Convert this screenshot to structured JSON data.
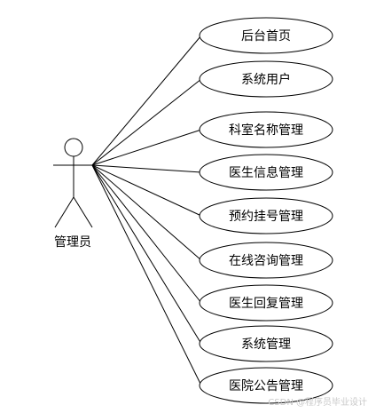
{
  "actor": {
    "label": "管理员"
  },
  "use_cases": [
    {
      "label": "后台首页"
    },
    {
      "label": "系统用户"
    },
    {
      "label": "科室名称管理"
    },
    {
      "label": "医生信息管理"
    },
    {
      "label": "预约挂号管理"
    },
    {
      "label": "在线咨询管理"
    },
    {
      "label": "医生回复管理"
    },
    {
      "label": "系统管理"
    },
    {
      "label": "医院公告管理"
    }
  ],
  "watermark": "CSDN @程序员毕业设计"
}
